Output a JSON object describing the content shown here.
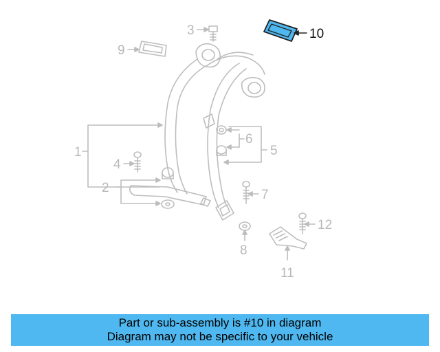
{
  "diagram": {
    "callouts": [
      "1",
      "2",
      "3",
      "4",
      "5",
      "6",
      "7",
      "8",
      "9",
      "10",
      "11",
      "12"
    ],
    "highlighted_part": "10",
    "colors": {
      "line": "#bdbdbd",
      "highlight_fill": "#4fb8f0",
      "highlight_text": "#111111",
      "banner": "#4fb8f0"
    }
  },
  "banner": {
    "line1": "Part or sub-assembly is #10 in diagram",
    "line2": "Diagram may not be specific to your vehicle"
  }
}
